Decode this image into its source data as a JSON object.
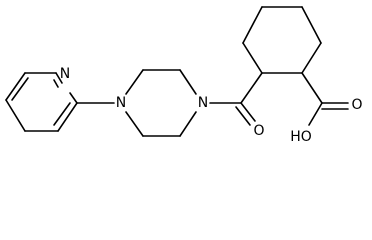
{
  "atoms": {
    "pyridine_n": "N",
    "piperazine_n_left": "N",
    "piperazine_n_right": "N",
    "carbonyl_o": "O",
    "hydroxyl": "HO",
    "acid_o": "O"
  },
  "colors": {
    "bond": "#000000",
    "text": "#000000",
    "background": "#ffffff"
  }
}
